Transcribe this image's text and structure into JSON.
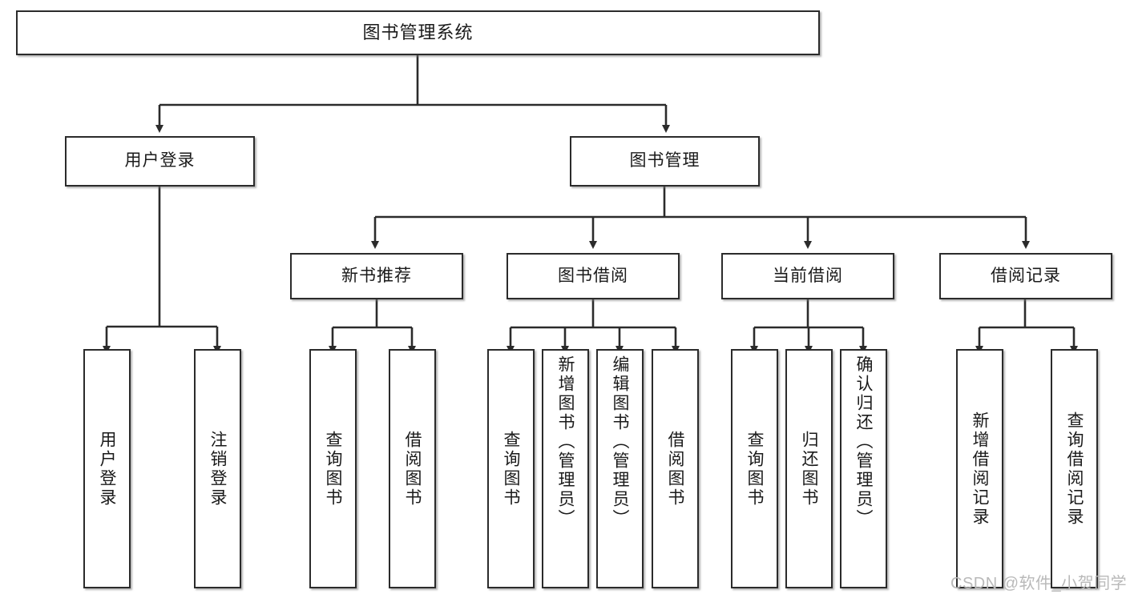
{
  "diagram": {
    "type": "tree-hierarchy",
    "title": "图书管理系统",
    "watermark": "CSDN @软件_小贺同学",
    "colors": {
      "node_border": "#2b2b2b",
      "node_fill": "#ffffff",
      "edge": "#2b2b2b",
      "background": "#ffffff",
      "watermark": "#b9b9b9"
    },
    "nodes": {
      "root": {
        "label": "图书管理系统"
      },
      "level2": [
        {
          "label": "用户登录"
        },
        {
          "label": "图书管理"
        }
      ],
      "level3": [
        {
          "label": "新书推荐"
        },
        {
          "label": "图书借阅"
        },
        {
          "label": "当前借阅"
        },
        {
          "label": "借阅记录"
        }
      ],
      "leaves_user_login": [
        {
          "label": "用户登录"
        },
        {
          "label": "注销登录"
        }
      ],
      "leaves_new_book": [
        {
          "label": "查询图书"
        },
        {
          "label": "借阅图书"
        }
      ],
      "leaves_borrow": [
        {
          "label": "查询图书"
        },
        {
          "label": "新增图书（管理员）"
        },
        {
          "label": "编辑图书（管理员）"
        },
        {
          "label": "借阅图书"
        }
      ],
      "leaves_current": [
        {
          "label": "查询图书"
        },
        {
          "label": "归还图书"
        },
        {
          "label": "确认归还（管理员）"
        }
      ],
      "leaves_records": [
        {
          "label": "新增借阅记录"
        },
        {
          "label": "查询借阅记录"
        }
      ]
    }
  }
}
